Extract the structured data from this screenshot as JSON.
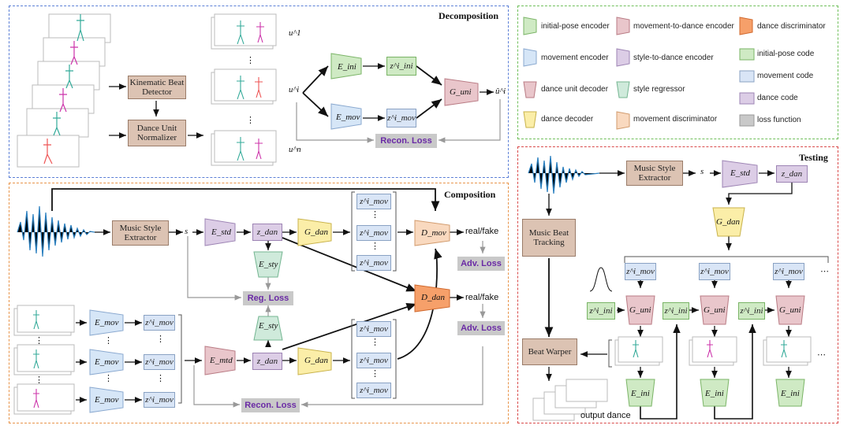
{
  "sections": {
    "decomposition": "Decomposition",
    "composition": "Composition",
    "testing": "Testing"
  },
  "legend": [
    {
      "name": "initial-pose encoder",
      "swatch": "green-trap"
    },
    {
      "name": "movement-to-dance encoder",
      "swatch": "red-trap"
    },
    {
      "name": "dance discriminator",
      "swatch": "orange-trap"
    },
    {
      "name": "movement encoder",
      "swatch": "blue-trap"
    },
    {
      "name": "style-to-dance encoder",
      "swatch": "purple-trap"
    },
    {
      "name": "initial-pose code",
      "swatch": "green-box"
    },
    {
      "name": "dance unit decoder",
      "swatch": "red-inv-trap"
    },
    {
      "name": "style regressor",
      "swatch": "green-inv-trap"
    },
    {
      "name": "movement code",
      "swatch": "blue-box"
    },
    {
      "name": "dance decoder",
      "swatch": "yellow-inv-trap"
    },
    {
      "name": "movement discriminator",
      "swatch": "peach-trap"
    },
    {
      "name": "dance code",
      "swatch": "purple-box"
    },
    {
      "name": "loss function",
      "swatch": "gray-box"
    }
  ],
  "blocks": {
    "kinematic": "Kinematic Beat Detector",
    "normalizer": "Dance Unit Normalizer",
    "music_style": "Music Style Extractor",
    "music_beat": "Music Beat Tracking",
    "beat_warper": "Beat Warper"
  },
  "losses": {
    "recon": "Recon. Loss",
    "adv": "Adv. Loss",
    "reg": "Reg. Loss"
  },
  "labels": {
    "real_fake": "real/fake",
    "output_dance": "output dance",
    "s": "s",
    "dots": "⋮",
    "hdots": "⋯"
  },
  "math": {
    "E_ini": "E_ini",
    "E_mov": "E_mov",
    "E_std": "E_std",
    "E_sty": "E_sty",
    "E_mtd": "E_mtd",
    "G_uni": "G_uni",
    "G_dan": "G_dan",
    "D_mov": "D_mov",
    "D_dan": "D_dan",
    "z_ini_i": "z^i_ini",
    "z_mov_i": "z^i_mov",
    "z_dan": "z_dan",
    "u_1": "u^1",
    "u_i": "u^i",
    "u_n": "u^n",
    "u_hat_i": "û^i"
  },
  "colors": {
    "decomp_border": "#5b7fd6",
    "comp_border": "#e8944a",
    "legend_border": "#6fbf5a",
    "test_border": "#d94a4a",
    "green": "#cfeac4",
    "red": "#e9c6cb",
    "blue": "#d6e6f7",
    "purple": "#dccde6",
    "yellow": "#fbeea8",
    "orange": "#f6a06a",
    "peach": "#f9d9bf",
    "mint": "#cfeadb"
  }
}
